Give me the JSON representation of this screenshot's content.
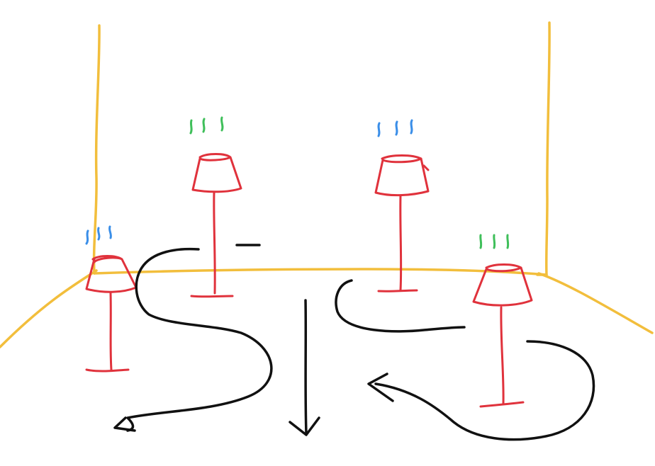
{
  "colors": {
    "background": "#ffffff",
    "room_outline": "#f2be3c",
    "lamp": "#e0323c",
    "path_arrow": "#111111",
    "glow_green": "#3fbf5a",
    "glow_blue": "#3a8ee8"
  },
  "scene": {
    "room": {
      "walls": 2,
      "floor_edge": 1
    },
    "lamps": [
      {
        "id": "front-left",
        "glow_color": "blue"
      },
      {
        "id": "back-left",
        "glow_color": "green"
      },
      {
        "id": "back-right",
        "glow_color": "blue"
      },
      {
        "id": "front-right",
        "glow_color": "green"
      }
    ],
    "paths": [
      {
        "id": "left-curve",
        "arrow_direction": "left"
      },
      {
        "id": "center-straight",
        "arrow_direction": "down"
      },
      {
        "id": "right-loop",
        "arrow_direction": "left"
      },
      {
        "id": "center-right-curve",
        "arrow_direction": "none"
      }
    ]
  }
}
